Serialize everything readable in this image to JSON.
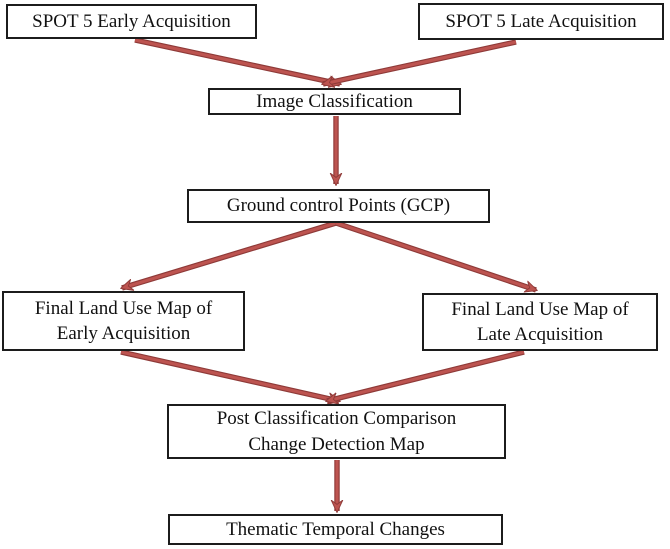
{
  "figure": {
    "type": "flowchart",
    "background": "#ffffff",
    "box_fill": "#ffffff",
    "box_border_color": "#1c1c1c",
    "text_color": "#111111",
    "arrow_fill": "#bd5450",
    "arrow_outline": "#8e3a38"
  },
  "nodes": {
    "spot_early": {
      "label": "SPOT 5 Early Acquisition"
    },
    "spot_late": {
      "label": "SPOT 5 Late Acquisition"
    },
    "image_classification": {
      "label": "Image Classification"
    },
    "gcp": {
      "label": "Ground control Points (GCP)"
    },
    "final_early": {
      "label": "Final Land Use Map of\nEarly Acquisition"
    },
    "final_late": {
      "label": "Final Land Use Map of\nLate Acquisition"
    },
    "post_classification": {
      "label": "Post Classification Comparison\nChange Detection Map"
    },
    "thematic": {
      "label": "Thematic Temporal Changes"
    }
  },
  "edges": [
    {
      "from": "spot_early",
      "to": "image_classification"
    },
    {
      "from": "spot_late",
      "to": "image_classification"
    },
    {
      "from": "image_classification",
      "to": "gcp"
    },
    {
      "from": "gcp",
      "to": "final_early"
    },
    {
      "from": "gcp",
      "to": "final_late"
    },
    {
      "from": "final_early",
      "to": "post_classification"
    },
    {
      "from": "final_late",
      "to": "post_classification"
    },
    {
      "from": "post_classification",
      "to": "thematic"
    }
  ]
}
